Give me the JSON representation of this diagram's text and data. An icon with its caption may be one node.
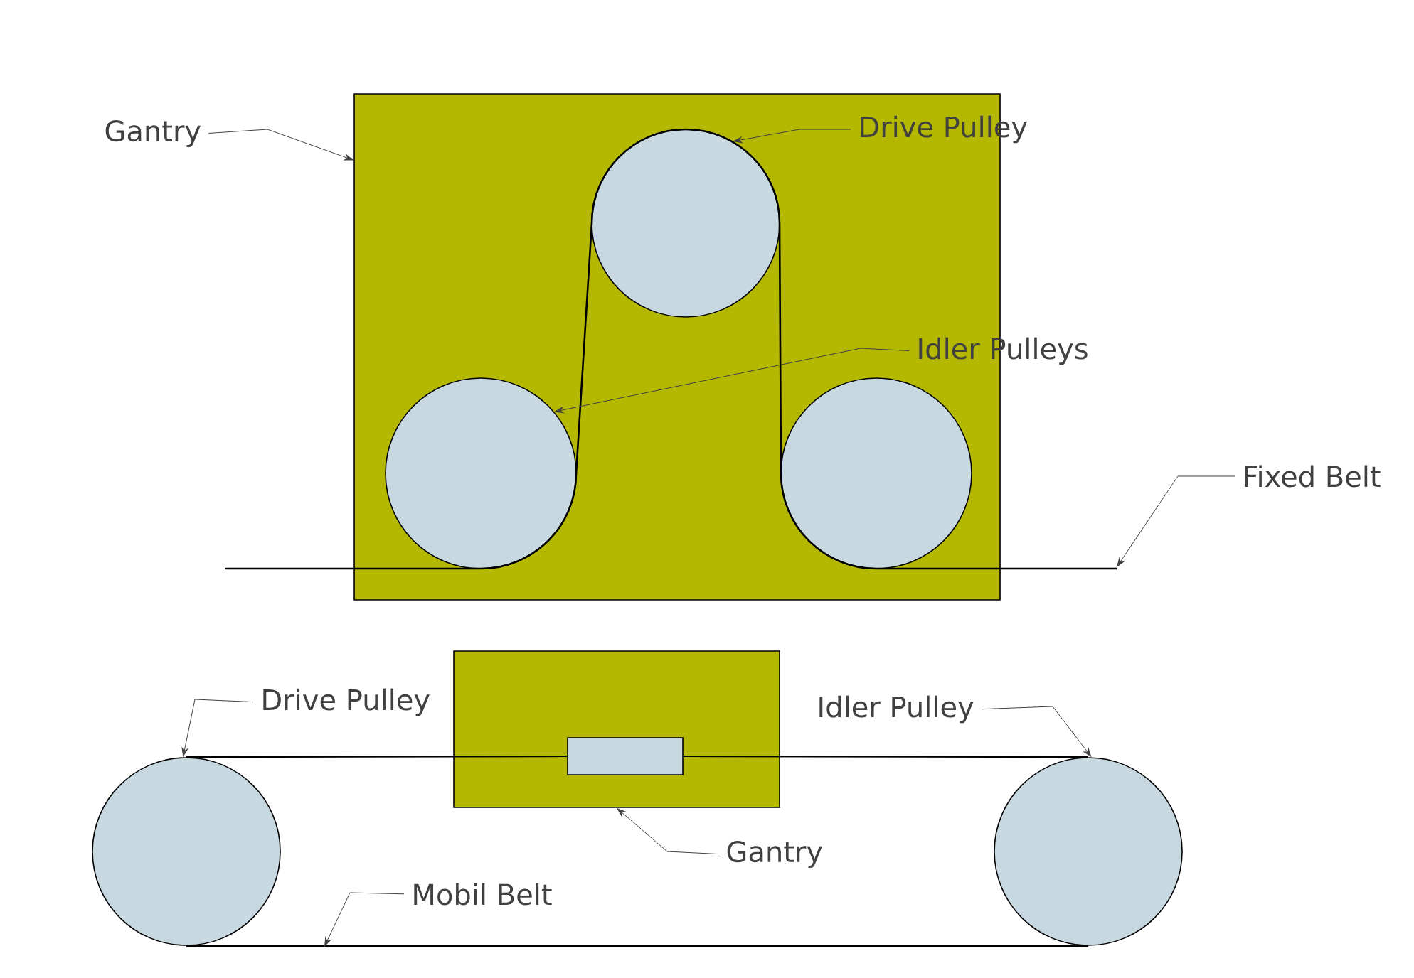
{
  "diagram": {
    "nodes": [
      {
        "text": [
          "Gantry"
        ]
      },
      {
        "text": [],
        "shape": "box"
      },
      {
        "text": [
          "Drive Pulley"
        ]
      },
      {
        "text": [],
        "shape": "circle",
        "in": 1
      },
      {
        "text": [
          "Idler Pulleys"
        ]
      },
      {
        "text": [],
        "shape": "circle",
        "in": 1
      },
      {
        "text": [],
        "shape": "circle",
        "in": 1
      },
      {
        "text": [
          "Fixed Belt"
        ]
      },
      {
        "text": [
          "Drive Pulley"
        ]
      },
      {
        "text": [
          "Idler Pulley"
        ]
      },
      {
        "text": [],
        "shape": "box"
      },
      {
        "text": [],
        "shape": "box",
        "in": 10
      },
      {
        "text": [],
        "shape": "circle"
      },
      {
        "text": [],
        "shape": "circle"
      },
      {
        "text": [
          "Gantry"
        ]
      },
      {
        "text": [
          "Mobil Belt"
        ]
      }
    ],
    "edges": [
      {
        "from": 0,
        "to": 1,
        "arrow": "to"
      },
      {
        "from": 2,
        "to": 3,
        "arrow": "to"
      },
      {
        "from": 4,
        "to": 5,
        "arrow": "to"
      },
      {
        "from": 7,
        "to": null,
        "arrow": "to"
      },
      {
        "from": 8,
        "to": 12,
        "arrow": "to"
      },
      {
        "from": 9,
        "to": 13,
        "arrow": "to"
      },
      {
        "from": 14,
        "to": 10,
        "arrow": "to"
      },
      {
        "from": 15,
        "to": null,
        "arrow": "to"
      },
      {
        "from": 12,
        "to": 11,
        "arrow": "none"
      },
      {
        "from": 11,
        "to": 13,
        "arrow": "none"
      },
      {
        "from": 12,
        "to": 13,
        "arrow": "none"
      }
    ]
  }
}
